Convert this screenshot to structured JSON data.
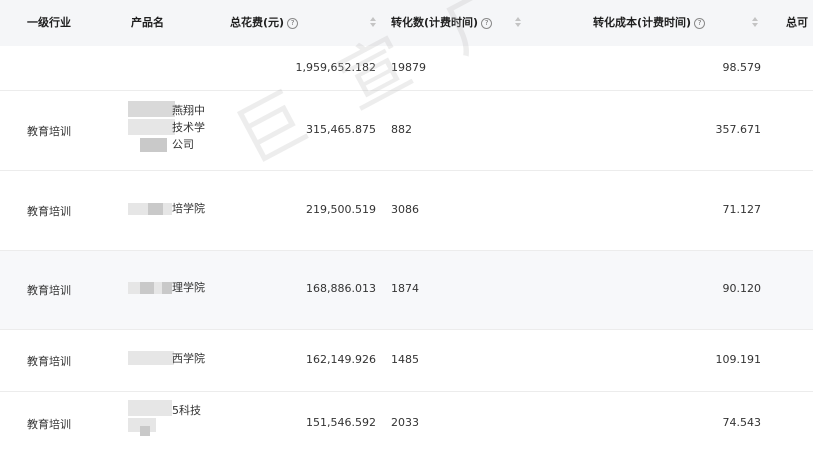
{
  "columns": {
    "industry": "一级行业",
    "product": "产品名",
    "spend": "总花费(元)",
    "conversions": "转化数(计费时间)",
    "cost": "转化成本(计费时间)",
    "next": "总可"
  },
  "help_glyph": "?",
  "summary": {
    "spend": "1,959,652.182",
    "conversions": "19879",
    "cost": "98.579"
  },
  "rows": [
    {
      "industry": "教育培训",
      "product_lines": [
        "燕翔中",
        "技术学",
        "公司"
      ],
      "spend": "315,465.875",
      "conversions": "882",
      "cost": "357.671"
    },
    {
      "industry": "教育培训",
      "product_lines": [
        "培学院"
      ],
      "spend": "219,500.519",
      "conversions": "3086",
      "cost": "71.127"
    },
    {
      "industry": "教育培训",
      "product_lines": [
        "理学院"
      ],
      "spend": "168,886.013",
      "conversions": "1874",
      "cost": "90.120"
    },
    {
      "industry": "教育培训",
      "product_lines": [
        "西学院"
      ],
      "spend": "162,149.926",
      "conversions": "1485",
      "cost": "109.191"
    },
    {
      "industry": "教育培训",
      "product_lines": [
        "5科技"
      ],
      "spend": "151,546.592",
      "conversions": "2033",
      "cost": "74.543"
    }
  ],
  "watermark": "巨 宣 广 告"
}
